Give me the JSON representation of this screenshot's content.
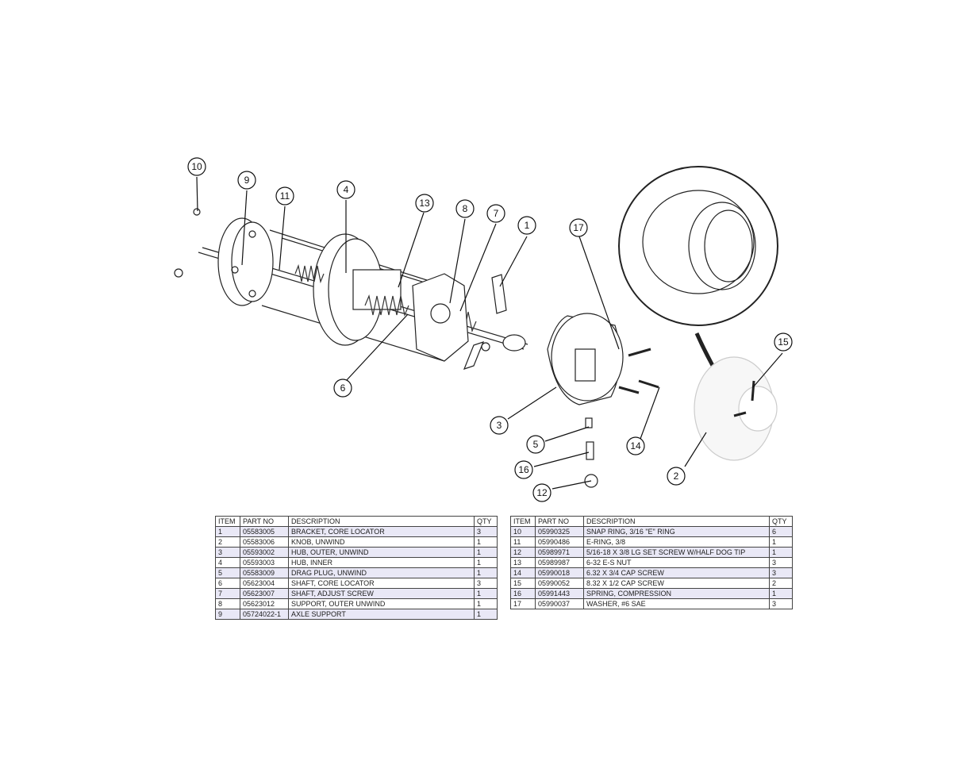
{
  "callouts": [
    "1",
    "2",
    "3",
    "4",
    "5",
    "6",
    "7",
    "8",
    "9",
    "10",
    "11",
    "12",
    "13",
    "14",
    "15",
    "16",
    "17"
  ],
  "table_headers": {
    "item": "ITEM",
    "part_no": "PART NO",
    "description": "DESCRIPTION",
    "qty": "QTY"
  },
  "parts_left": [
    {
      "item": "1",
      "part_no": "05583005",
      "description": "BRACKET, CORE LOCATOR",
      "qty": "3"
    },
    {
      "item": "2",
      "part_no": "05583006",
      "description": "KNOB, UNWIND",
      "qty": "1"
    },
    {
      "item": "3",
      "part_no": "05593002",
      "description": "HUB, OUTER, UNWIND",
      "qty": "1"
    },
    {
      "item": "4",
      "part_no": "05593003",
      "description": "HUB, INNER",
      "qty": "1"
    },
    {
      "item": "5",
      "part_no": "05583009",
      "description": "DRAG PLUG, UNWIND",
      "qty": "1"
    },
    {
      "item": "6",
      "part_no": "05623004",
      "description": "SHAFT, CORE LOCATOR",
      "qty": "3"
    },
    {
      "item": "7",
      "part_no": "05623007",
      "description": "SHAFT, ADJUST SCREW",
      "qty": "1"
    },
    {
      "item": "8",
      "part_no": "05623012",
      "description": "SUPPORT, OUTER UNWIND",
      "qty": "1"
    },
    {
      "item": "9",
      "part_no": "05724022-1",
      "description": "AXLE SUPPORT",
      "qty": "1"
    }
  ],
  "parts_right": [
    {
      "item": "10",
      "part_no": "05990325",
      "description": "SNAP RING, 3/16 \"E\" RING",
      "qty": "6"
    },
    {
      "item": "11",
      "part_no": "05990486",
      "description": "E-RING, 3/8",
      "qty": "1"
    },
    {
      "item": "12",
      "part_no": "05989971",
      "description": "5/16-18 X 3/8 LG SET SCREW W/HALF DOG TIP",
      "qty": "1"
    },
    {
      "item": "13",
      "part_no": "05989987",
      "description": "6-32 E-S NUT",
      "qty": "3"
    },
    {
      "item": "14",
      "part_no": "05990018",
      "description": "6.32 X 3/4 CAP SCREW",
      "qty": "3"
    },
    {
      "item": "15",
      "part_no": "05990052",
      "description": "8.32 X 1/2 CAP SCREW",
      "qty": "2"
    },
    {
      "item": "16",
      "part_no": "05991443",
      "description": "SPRING, COMPRESSION",
      "qty": "1"
    },
    {
      "item": "17",
      "part_no": "05990037",
      "description": "WASHER, #6 SAE",
      "qty": "3"
    }
  ]
}
